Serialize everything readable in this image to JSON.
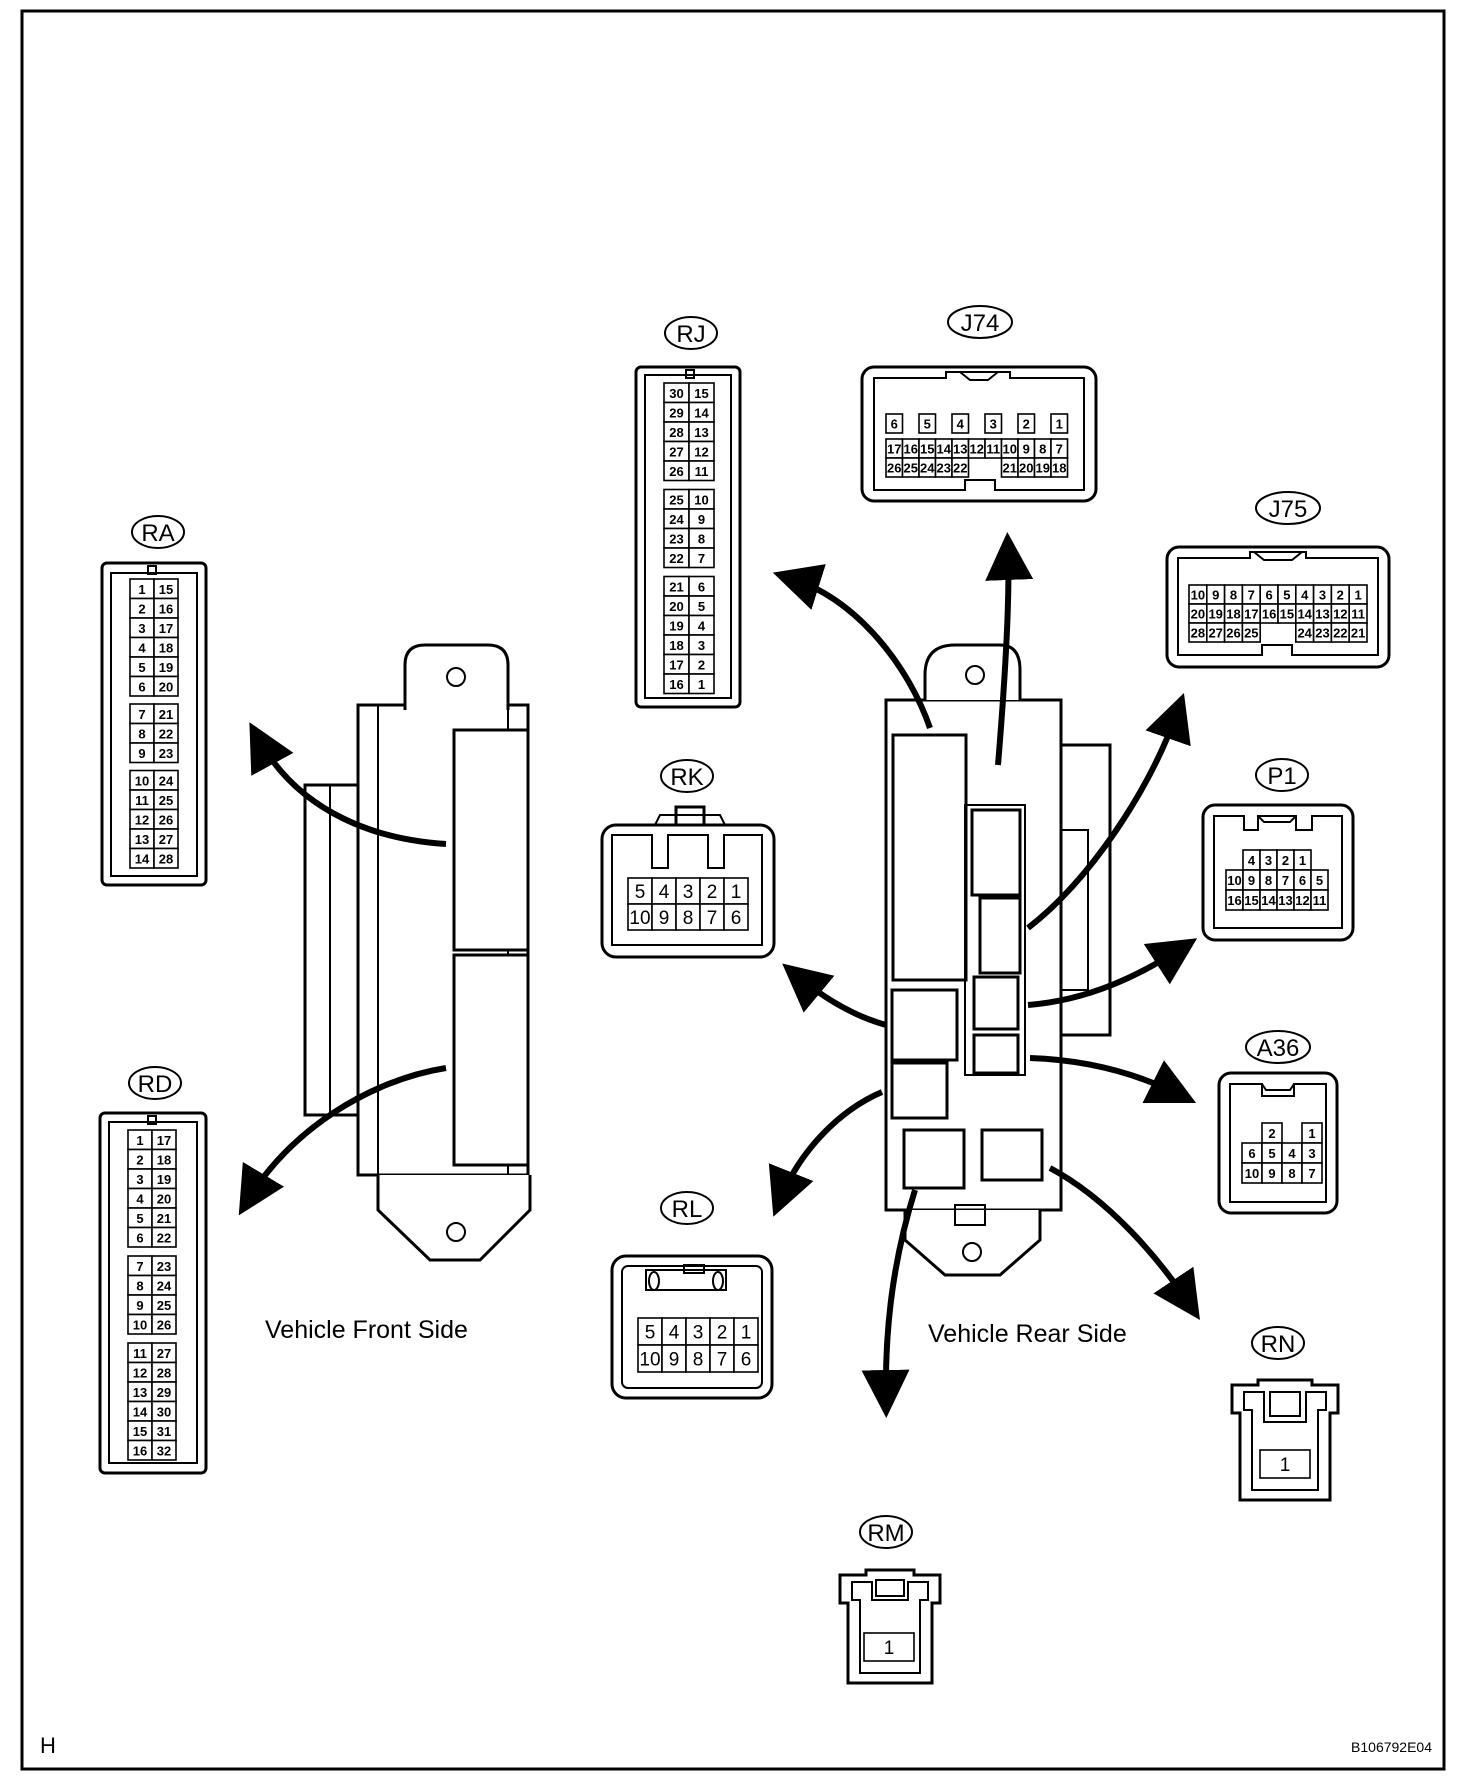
{
  "labels": {
    "front": "Vehicle Front Side",
    "rear": "Vehicle Rear Side",
    "corner": "H",
    "code": "B106792E04"
  },
  "connectors": {
    "RA": {
      "name": "RA",
      "rows": [
        [
          "1",
          "15"
        ],
        [
          "2",
          "16"
        ],
        [
          "3",
          "17"
        ],
        [
          "4",
          "18"
        ],
        [
          "5",
          "19"
        ],
        [
          "6",
          "20"
        ],
        [
          "7",
          "21"
        ],
        [
          "8",
          "22"
        ],
        [
          "9",
          "23"
        ],
        [
          "10",
          "24"
        ],
        [
          "11",
          "25"
        ],
        [
          "12",
          "26"
        ],
        [
          "13",
          "27"
        ],
        [
          "14",
          "28"
        ]
      ]
    },
    "RD": {
      "name": "RD",
      "rows": [
        [
          "1",
          "17"
        ],
        [
          "2",
          "18"
        ],
        [
          "3",
          "19"
        ],
        [
          "4",
          "20"
        ],
        [
          "5",
          "21"
        ],
        [
          "6",
          "22"
        ],
        [
          "7",
          "23"
        ],
        [
          "8",
          "24"
        ],
        [
          "9",
          "25"
        ],
        [
          "10",
          "26"
        ],
        [
          "11",
          "27"
        ],
        [
          "12",
          "28"
        ],
        [
          "13",
          "29"
        ],
        [
          "14",
          "30"
        ],
        [
          "15",
          "31"
        ],
        [
          "16",
          "32"
        ]
      ]
    },
    "RJ": {
      "name": "RJ",
      "rows": [
        [
          "30",
          "15"
        ],
        [
          "29",
          "14"
        ],
        [
          "28",
          "13"
        ],
        [
          "27",
          "12"
        ],
        [
          "26",
          "11"
        ],
        [
          "25",
          "10"
        ],
        [
          "24",
          "9"
        ],
        [
          "23",
          "8"
        ],
        [
          "22",
          "7"
        ],
        [
          "21",
          "6"
        ],
        [
          "20",
          "5"
        ],
        [
          "19",
          "4"
        ],
        [
          "18",
          "3"
        ],
        [
          "17",
          "2"
        ],
        [
          "16",
          "1"
        ]
      ]
    },
    "J74": {
      "name": "J74",
      "rows": [
        [
          "6",
          "",
          "5",
          "",
          "4",
          "",
          "3",
          "",
          "2",
          "",
          "1"
        ],
        [
          "17",
          "16",
          "15",
          "14",
          "13",
          "12",
          "11",
          "10",
          "9",
          "8",
          "7"
        ],
        [
          "26",
          "25",
          "24",
          "23",
          "22",
          "",
          "",
          "21",
          "20",
          "19",
          "18"
        ]
      ]
    },
    "J75": {
      "name": "J75",
      "rows": [
        [
          "10",
          "9",
          "8",
          "7",
          "6",
          "5",
          "4",
          "3",
          "2",
          "1"
        ],
        [
          "20",
          "19",
          "18",
          "17",
          "16",
          "15",
          "14",
          "13",
          "12",
          "11"
        ],
        [
          "28",
          "27",
          "26",
          "25",
          "",
          "",
          "24",
          "23",
          "22",
          "21"
        ]
      ]
    },
    "RK": {
      "name": "RK",
      "rows": [
        [
          "5",
          "4",
          "3",
          "2",
          "1"
        ],
        [
          "10",
          "9",
          "8",
          "7",
          "6"
        ]
      ]
    },
    "RL": {
      "name": "RL",
      "rows": [
        [
          "5",
          "4",
          "3",
          "2",
          "1"
        ],
        [
          "10",
          "9",
          "8",
          "7",
          "6"
        ]
      ]
    },
    "P1": {
      "name": "P1",
      "rows": [
        [
          "",
          "4",
          "3",
          "2",
          "1",
          ""
        ],
        [
          "10",
          "9",
          "8",
          "7",
          "6",
          "5"
        ],
        [
          "16",
          "15",
          "14",
          "13",
          "12",
          "11"
        ]
      ]
    },
    "A36": {
      "name": "A36",
      "rows": [
        [
          "",
          "2",
          "",
          "1"
        ],
        [
          "6",
          "5",
          "4",
          "3"
        ],
        [
          "10",
          "9",
          "8",
          "7"
        ]
      ]
    },
    "RN": {
      "name": "RN",
      "pin": "1"
    },
    "RM": {
      "name": "RM",
      "pin": "1"
    }
  }
}
